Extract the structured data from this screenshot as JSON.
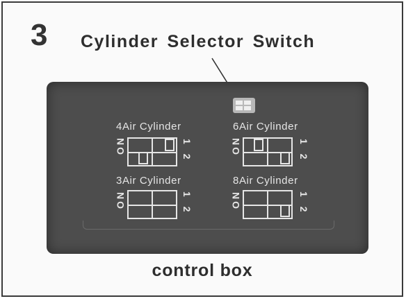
{
  "step_number": "3",
  "title": "Cylinder Selector Switch",
  "footer_label": "control box",
  "switches": [
    {
      "label": "4Air Cylinder",
      "side_left": "ON",
      "side_right": "1 2",
      "positions": [
        "off",
        "on"
      ]
    },
    {
      "label": "6Air Cylinder",
      "side_left": "ON",
      "side_right": "1 2",
      "positions": [
        "on",
        "on"
      ]
    },
    {
      "label": "3Air Cylinder",
      "side_left": "ON",
      "side_right": "1 2",
      "positions": [
        "off",
        "off"
      ]
    },
    {
      "label": "8Air Cylinder",
      "side_left": "ON",
      "side_right": "1 2",
      "positions": [
        "off",
        "on"
      ]
    }
  ],
  "colors": {
    "box": "#4d4d4d",
    "switch_line": "#e6e6e6"
  }
}
